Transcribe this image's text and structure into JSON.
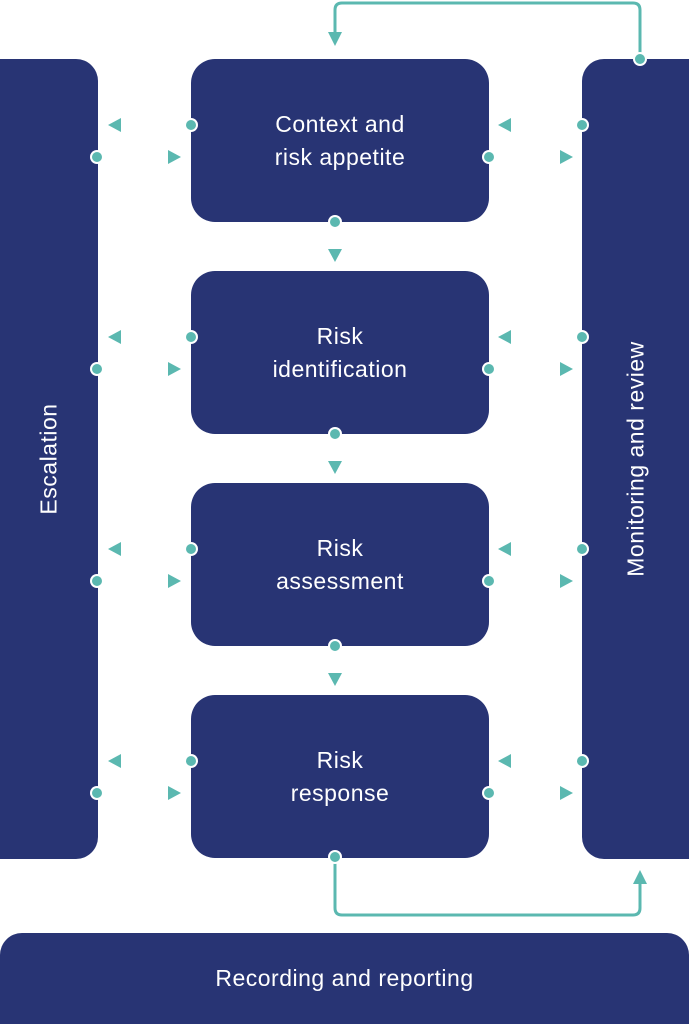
{
  "diagram": {
    "left_column": {
      "label": "Escalation"
    },
    "right_column": {
      "label": "Monitoring and review"
    },
    "steps": [
      {
        "line1": "Context and",
        "line2": "risk appetite"
      },
      {
        "line1": "Risk",
        "line2": "identification"
      },
      {
        "line1": "Risk",
        "line2": "assessment"
      },
      {
        "line1": "Risk",
        "line2": "response"
      }
    ],
    "bottom_bar": {
      "label": "Recording and reporting"
    },
    "connectors": {
      "between_steps": "downward arrows from each step to the next",
      "sides": "bidirectional arrows between each step and both side columns",
      "feedback_top": "Monitoring and review loops back to Context and risk appetite",
      "feedback_bottom": "Risk response feeds into Monitoring and review"
    },
    "colors": {
      "box": "#283474",
      "connector": "#5bb8b0",
      "text": "#ffffff"
    }
  }
}
